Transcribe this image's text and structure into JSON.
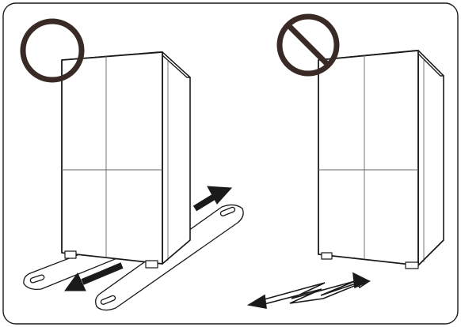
{
  "figure": {
    "panels": [
      {
        "verdict": "correct",
        "symbol": "circle-ok-icon",
        "method": "move-on-sliding-boards"
      },
      {
        "verdict": "incorrect",
        "symbol": "prohibited-icon",
        "method": "move-by-shaking-side-to-side"
      }
    ]
  },
  "colors": {
    "ink": "#1a1a1a",
    "symbol_stroke": "#3a2a25",
    "paper": "#ffffff"
  }
}
